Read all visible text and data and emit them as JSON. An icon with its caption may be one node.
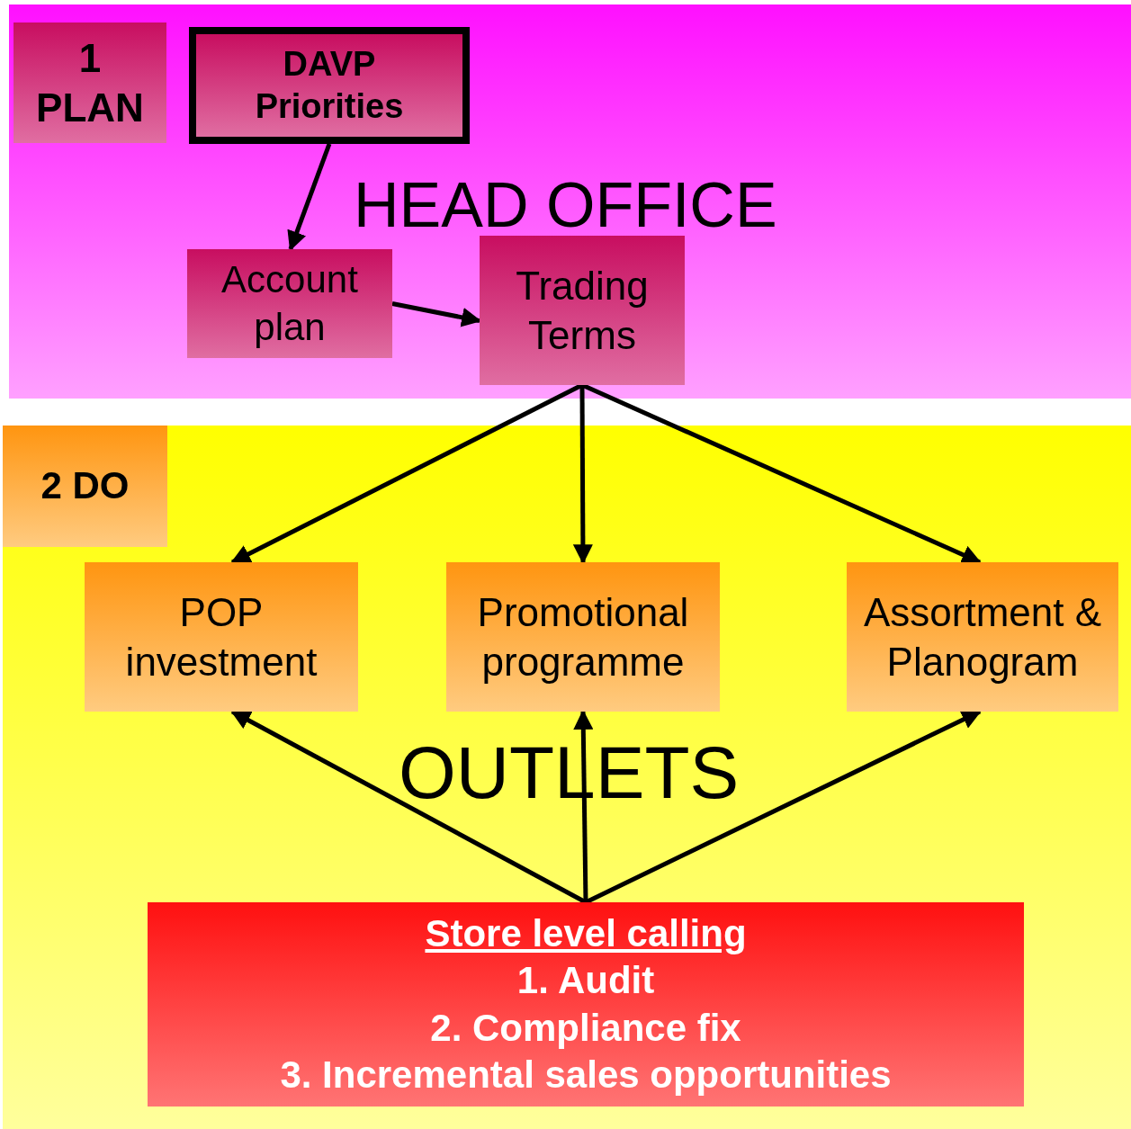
{
  "diagram": {
    "nodes": [
      {
        "text": [
          "HEAD OFFICE"
        ]
      },
      {
        "text": [
          "1 PLAN"
        ],
        "in": 0
      },
      {
        "text": [
          "DAVP Priorities"
        ],
        "in": 0
      },
      {
        "text": [
          "Account plan"
        ],
        "in": 0
      },
      {
        "text": [
          "Trading Terms"
        ],
        "in": 0
      },
      {
        "text": [
          "OUTLETS"
        ]
      },
      {
        "text": [
          "2 DO"
        ],
        "in": 5
      },
      {
        "text": [
          "POP investment"
        ],
        "in": 5
      },
      {
        "text": [
          "Promotional programme"
        ],
        "in": 5
      },
      {
        "text": [
          "Assortment & Planogram"
        ],
        "in": 5
      },
      {
        "text": [
          "Store level calling",
          "1. Audit",
          "2. Compliance fix",
          "3. Incremental sales opportunities"
        ],
        "in": 5
      }
    ],
    "edges": [
      {
        "from": 2,
        "to": 3,
        "arrow": "to"
      },
      {
        "from": 3,
        "to": 4,
        "arrow": "to"
      },
      {
        "from": 4,
        "to": 7,
        "arrow": "to"
      },
      {
        "from": 4,
        "to": 8,
        "arrow": "to"
      },
      {
        "from": 4,
        "to": 9,
        "arrow": "to"
      },
      {
        "from": 10,
        "to": 7,
        "arrow": "to"
      },
      {
        "from": 10,
        "to": 8,
        "arrow": "to"
      },
      {
        "from": 10,
        "to": 9,
        "arrow": "to"
      }
    ]
  }
}
